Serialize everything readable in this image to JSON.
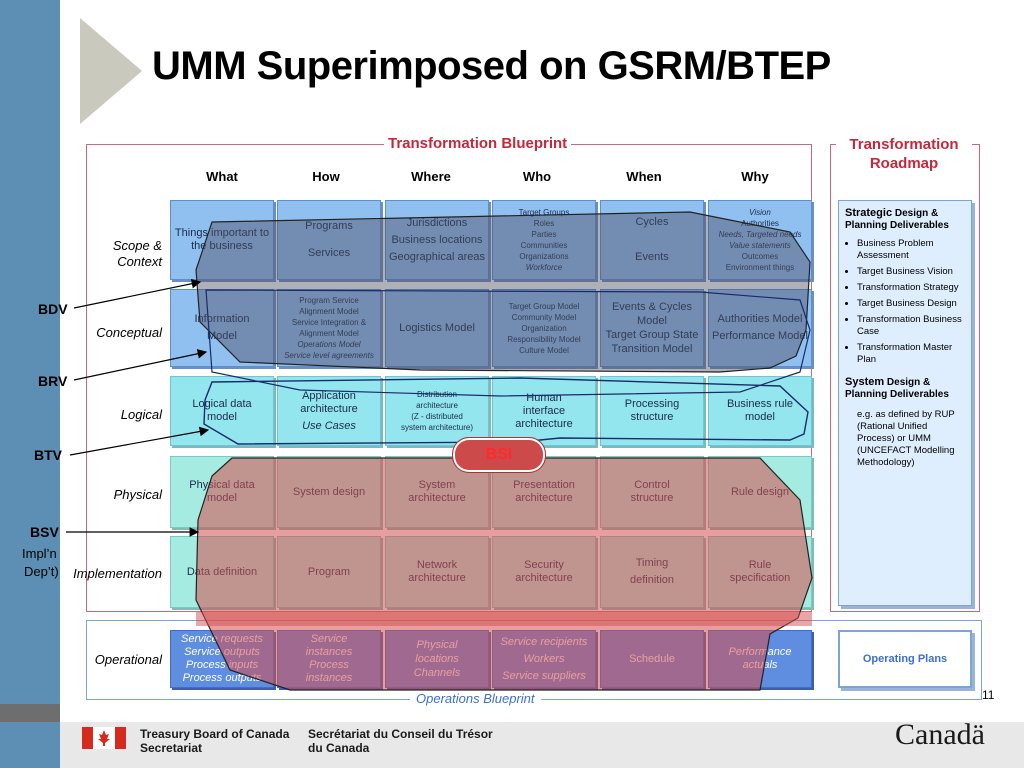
{
  "title": "UMM Superimposed on GSRM/BTEP",
  "blueprint_title": "Transformation Blueprint",
  "roadmap_title_l1": "Transformation",
  "roadmap_title_l2": "Roadmap",
  "ops_blueprint_title": "Operations Blueprint",
  "page_number": "11",
  "columns": [
    "What",
    "How",
    "Where",
    "Who",
    "When",
    "Why"
  ],
  "rows": {
    "scope": {
      "l1": "Scope &",
      "l2": "Context"
    },
    "conceptual": "Conceptual",
    "logical": "Logical",
    "physical": "Physical",
    "implementation": "Implementation",
    "operational": "Operational"
  },
  "side_labels": {
    "bdv": "BDV",
    "brv": "BRV",
    "btv": "BTV",
    "bsv": "BSV",
    "impl1": "Impl’n",
    "impl2": "Dep’t)"
  },
  "bsi": "BSI",
  "cells": {
    "scope": {
      "what": [
        "Things important to",
        "the business"
      ],
      "how": [
        "Programs",
        "Services"
      ],
      "where": [
        "Jurisdictions",
        "Business locations",
        "Geographical areas"
      ],
      "who": [
        "Target Groups",
        "Roles",
        "Parties",
        "Communities",
        "Organizations",
        "Workforce"
      ],
      "when": [
        "Cycles",
        "Events"
      ],
      "why": [
        "Vision",
        "Authorities",
        "Needs, Targeted needs",
        "Value statements",
        "Outcomes",
        "Environment  things"
      ]
    },
    "conceptual": {
      "what": [
        "Information",
        "Model"
      ],
      "how": [
        "Program Service",
        "Alignment Model",
        "Service Integration &",
        "Alignment Model",
        "Operations Model",
        "Service level agreements"
      ],
      "where": [
        "Logistics Model"
      ],
      "who": [
        "Target Group Model",
        "Community Model",
        "Organization",
        "Responsibility Model",
        "Culture Model"
      ],
      "when": [
        "Events & Cycles",
        "Model",
        "Target Group State",
        "Transition Model"
      ],
      "why": [
        "Authorities Model",
        "Performance Model"
      ]
    },
    "logical": {
      "what": [
        "Logical data",
        "model"
      ],
      "how": [
        "Application",
        "architecture",
        "Use Cases"
      ],
      "where": [
        "Distribution",
        "architecture",
        "(Z - distributed",
        "system architecture)"
      ],
      "who": [
        "Human",
        "interface",
        "architecture"
      ],
      "when": [
        "Processing",
        "structure"
      ],
      "why": [
        "Business rule",
        "model"
      ]
    },
    "physical": {
      "what": [
        "Physical data",
        "model"
      ],
      "how": [
        "System design"
      ],
      "where": [
        "System",
        "architecture"
      ],
      "who": [
        "Presentation",
        "architecture"
      ],
      "when": [
        "Control",
        "structure"
      ],
      "why": [
        "Rule design"
      ]
    },
    "implementation": {
      "what": [
        "Data definition"
      ],
      "how": [
        "Program"
      ],
      "where": [
        "Network",
        "architecture"
      ],
      "who": [
        "Security",
        "architecture"
      ],
      "when": [
        "Timing",
        "definition"
      ],
      "why": [
        "Rule",
        "specification"
      ]
    },
    "operational": {
      "what": [
        "Service requests",
        "Service outputs",
        "Process inputs",
        "Process outputs"
      ],
      "how": [
        "Service",
        "instances",
        "Process",
        "instances"
      ],
      "where": [
        "Physical",
        "locations",
        "Channels"
      ],
      "who": [
        "Service recipients",
        "Workers",
        "Service suppliers"
      ],
      "when": [
        "Schedule"
      ],
      "why": [
        "Performance",
        "actuals"
      ]
    }
  },
  "roadmap": {
    "strategic_bold": "Strategic",
    "strategic_rest": " Design & Planning Deliverables",
    "strategic_items": [
      "Business Problem Assessment",
      "Target Business Vision",
      "Transformation Strategy",
      "Target Business Design",
      "Transformation Business Case",
      "Transformation Master Plan"
    ],
    "system_bold": "System",
    "system_rest": " Design & Planning Deliverables",
    "system_text": "e.g. as defined by RUP (Rational Unified Process)  or UMM (UNCEFACT Modelling Methodology)"
  },
  "operating_plans": "Operating Plans",
  "footer": {
    "en_l1": "Treasury Board of Canada",
    "en_l2": "Secretariat",
    "fr_l1": "Secrétariat du Conseil du Trésor",
    "fr_l2": "du Canada",
    "wordmark": "Canadä"
  },
  "colors": {
    "accent_red": "#c4283b",
    "left_bar": "#5d8fb5",
    "row_blue": "#8fc0f0",
    "row_cyan": "#93e6ee",
    "row_mint": "#a6ebe1",
    "operational": "#5f8de0",
    "bsi_red": "#cc4a4a"
  }
}
